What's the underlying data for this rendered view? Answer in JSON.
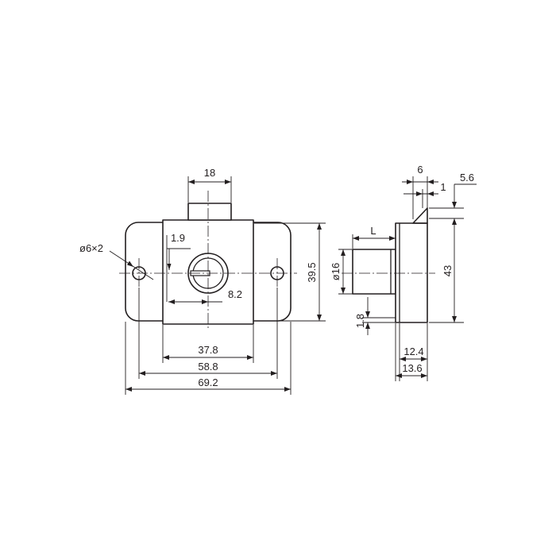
{
  "front_view": {
    "width_overall": "69.2",
    "width_holes": "58.8",
    "width_body": "37.8",
    "top_tab_width": "18",
    "height_body": "39.5",
    "hole_callout": "ø6×2",
    "slot_offset": "1.9",
    "key_offset": "8.2"
  },
  "side_view": {
    "top_width": "6",
    "lip": "1",
    "latch": "5.6",
    "length_label": "L",
    "cylinder_dia": "ø16",
    "height": "43",
    "bottom_step": "1.8",
    "depth_inner": "12.4",
    "depth_outer": "13.6"
  }
}
